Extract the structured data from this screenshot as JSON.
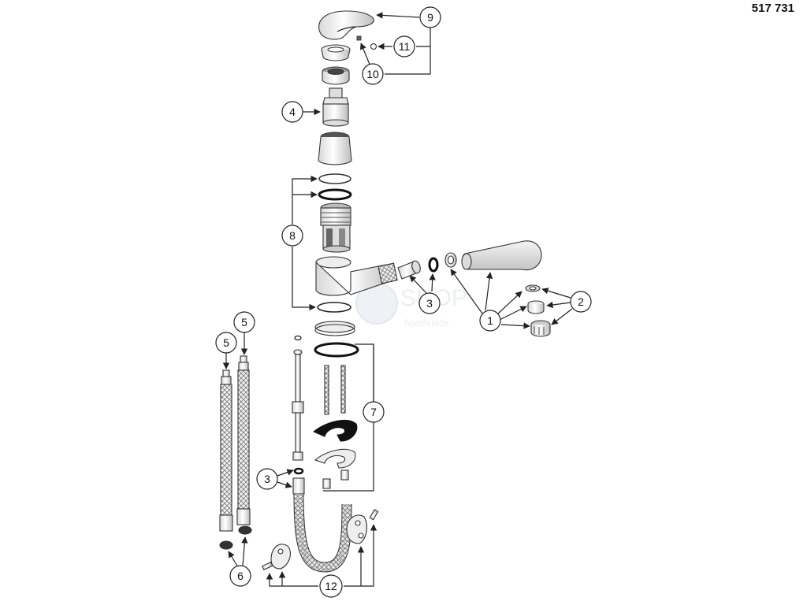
{
  "part_number": "517 731",
  "callouts": {
    "c1": "1",
    "c2": "2",
    "c3a": "3",
    "c3b": "3",
    "c4": "4",
    "c5a": "5",
    "c5b": "5",
    "c6": "6",
    "c7": "7",
    "c8": "8",
    "c9": "9",
    "c10": "10",
    "c11": "11",
    "c12": "12"
  },
  "watermark": {
    "line1": "SHOP",
    "line2": "Spotřebiče"
  }
}
